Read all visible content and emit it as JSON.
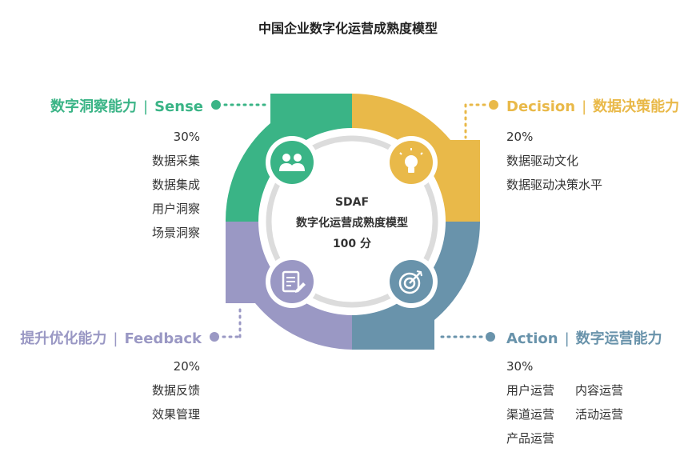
{
  "title": "中国企业数字化运营成熟度模型",
  "colors": {
    "sense": "#3ab486",
    "decision": "#e9b949",
    "feedback": "#9a98c4",
    "action": "#6993ab"
  },
  "center": {
    "line1": "SDAF",
    "line2": "数字化运营成熟度模型",
    "line3": "100 分"
  },
  "sense": {
    "label_cn": "数字洞察能力",
    "separator": "|",
    "label_en": "Sense",
    "icon": "users-icon",
    "percent": "30%",
    "items": [
      "数据采集",
      "数据集成",
      "用户洞察",
      "场景洞察"
    ]
  },
  "decision": {
    "label_en": "Decision",
    "separator": "|",
    "label_cn": "数据决策能力",
    "icon": "lightbulb-icon",
    "percent": "20%",
    "items": [
      "数据驱动文化",
      "数据驱动决策水平"
    ]
  },
  "feedback": {
    "label_cn": "提升优化能力",
    "separator": "|",
    "label_en": "Feedback",
    "icon": "document-edit-icon",
    "percent": "20%",
    "items": [
      "数据反馈",
      "效果管理"
    ]
  },
  "action": {
    "label_en": "Action",
    "separator": "|",
    "label_cn": "数字运营能力",
    "icon": "target-icon",
    "percent": "30%",
    "items": [
      "用户运营",
      "内容运营",
      "渠道运营",
      "活动运营",
      "产品运营"
    ]
  }
}
